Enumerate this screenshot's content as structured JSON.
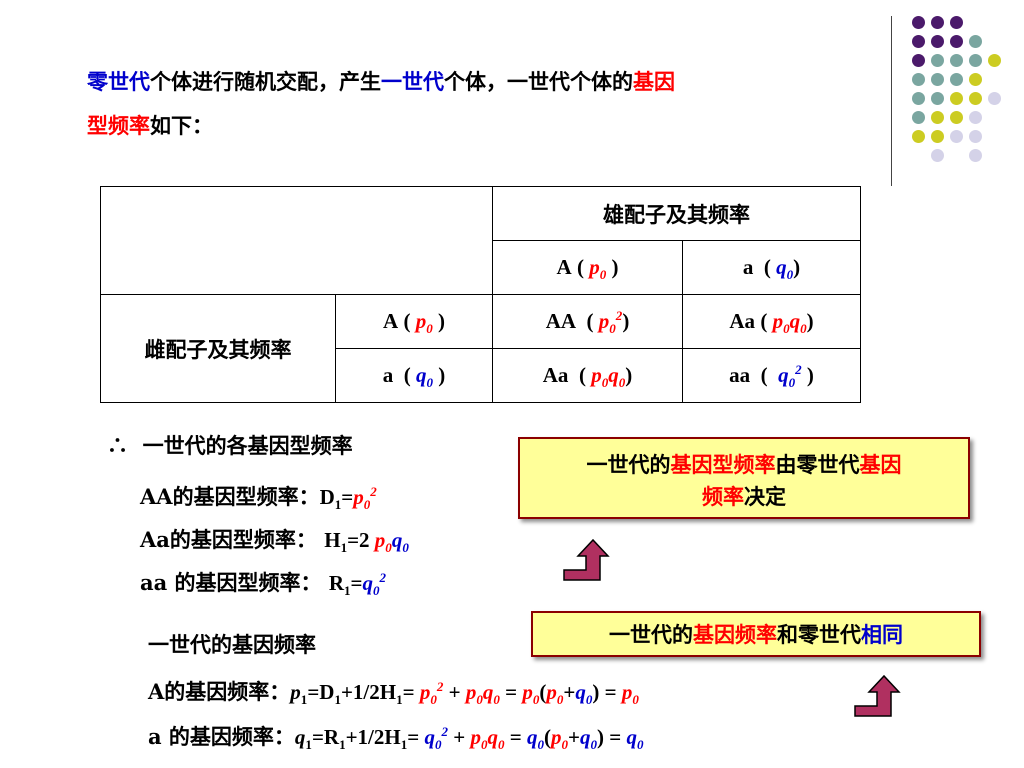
{
  "intro": {
    "part1": "零世代",
    "part2": "个体进行随机交配，产生",
    "part3": "一世代",
    "part4": "个体，一世代个体的",
    "part5": "基因",
    "part6": "型频率",
    "part7": "如下："
  },
  "table": {
    "male_header": "雄配子及其频率",
    "female_header": "雌配子及其频率",
    "col_A": "A",
    "col_a": "a",
    "row_A": "A",
    "row_a": "a",
    "cell_AA": "AA",
    "cell_Aa1": "Aa",
    "cell_Aa2": "Aa",
    "cell_aa": "aa",
    "p0": "p",
    "q0": "q",
    "sub0": "0",
    "sup2": "2"
  },
  "results": {
    "therefore": "∴",
    "lead": "一世代的各基因型频率",
    "AA_label": "AA的基因型频率：",
    "Aa_label": "Aa的基因型频率：",
    "aa_label": "aa 的基因型频率：",
    "D": "D",
    "H": "H",
    "R": "R",
    "sub1": "1"
  },
  "gene_freq": {
    "title": "一世代的基因频率",
    "A_label": "A的基因频率：",
    "a_label": "a 的基因频率："
  },
  "callout1": {
    "part1": "一世代的",
    "part2": "基因型频率",
    "part3": "由零世代",
    "part4": "基因",
    "part5": "频率",
    "part6": "决定"
  },
  "callout2": {
    "part1": "一世代的",
    "part2": "基因频率",
    "part3": "和零世代",
    "part4": "相同"
  },
  "colors": {
    "red": "#ff0000",
    "blue": "#0000cc",
    "callout_bg": "#ffff99",
    "callout_border": "#8b0000",
    "arrow_fill": "#b03060",
    "dot_purple": "#4b1a6b",
    "dot_teal": "#7aa6a0",
    "dot_yellow": "#cccc22",
    "dot_lavender": "#d4d2e8"
  }
}
